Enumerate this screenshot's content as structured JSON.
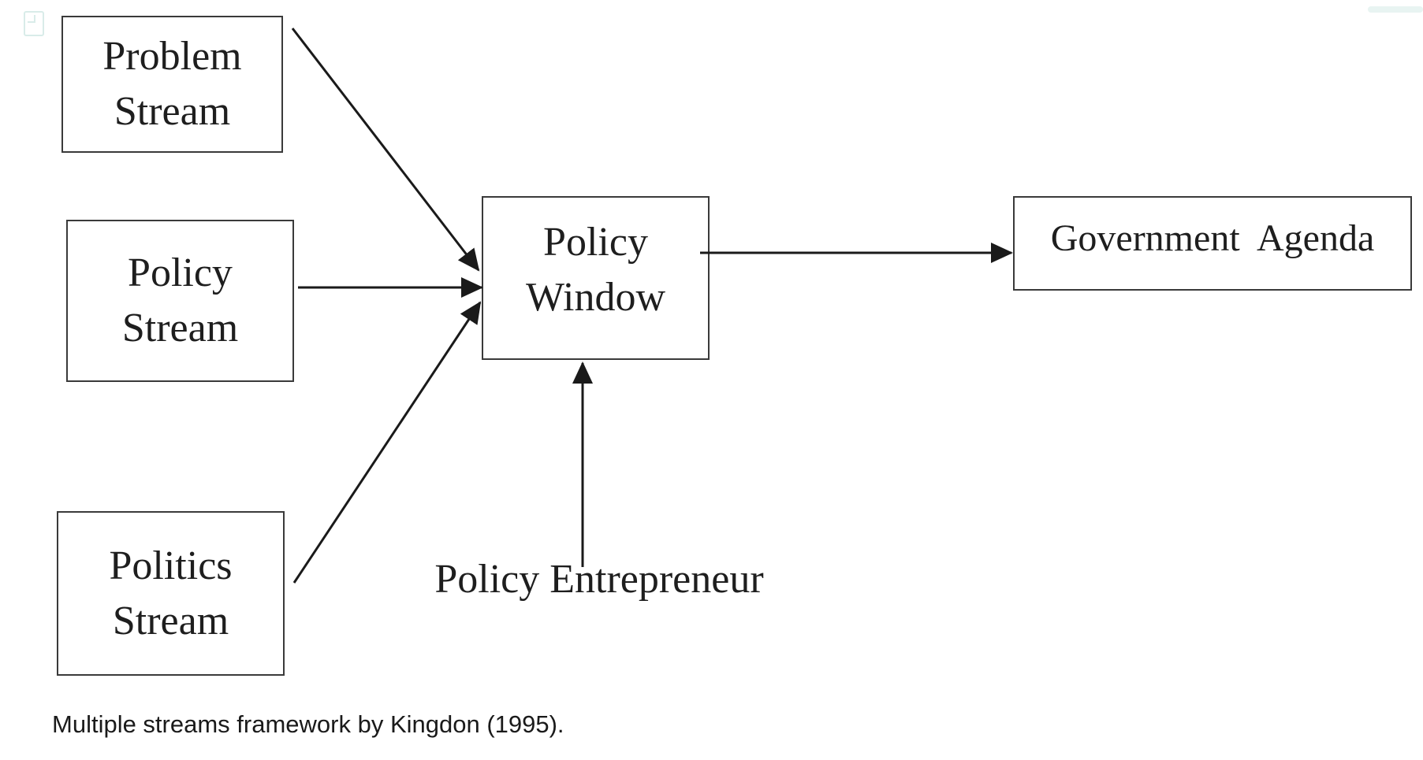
{
  "diagram": {
    "nodes": {
      "problem_stream": "Problem\nStream",
      "policy_stream": "Policy\nStream",
      "politics_stream": "Politics\nStream",
      "policy_window": "Policy\nWindow",
      "government_agenda": "Government  Agenda",
      "policy_entrepreneur": "Policy Entrepreneur"
    },
    "edges": [
      {
        "from": "problem_stream",
        "to": "policy_window"
      },
      {
        "from": "policy_stream",
        "to": "policy_window"
      },
      {
        "from": "politics_stream",
        "to": "policy_window"
      },
      {
        "from": "policy_entrepreneur",
        "to": "policy_window"
      },
      {
        "from": "policy_window",
        "to": "government_agenda"
      }
    ],
    "line_color": "#1a1a1a"
  },
  "caption": "Multiple streams framework by Kingdon (1995).",
  "icons": {
    "corner": "document-icon"
  }
}
